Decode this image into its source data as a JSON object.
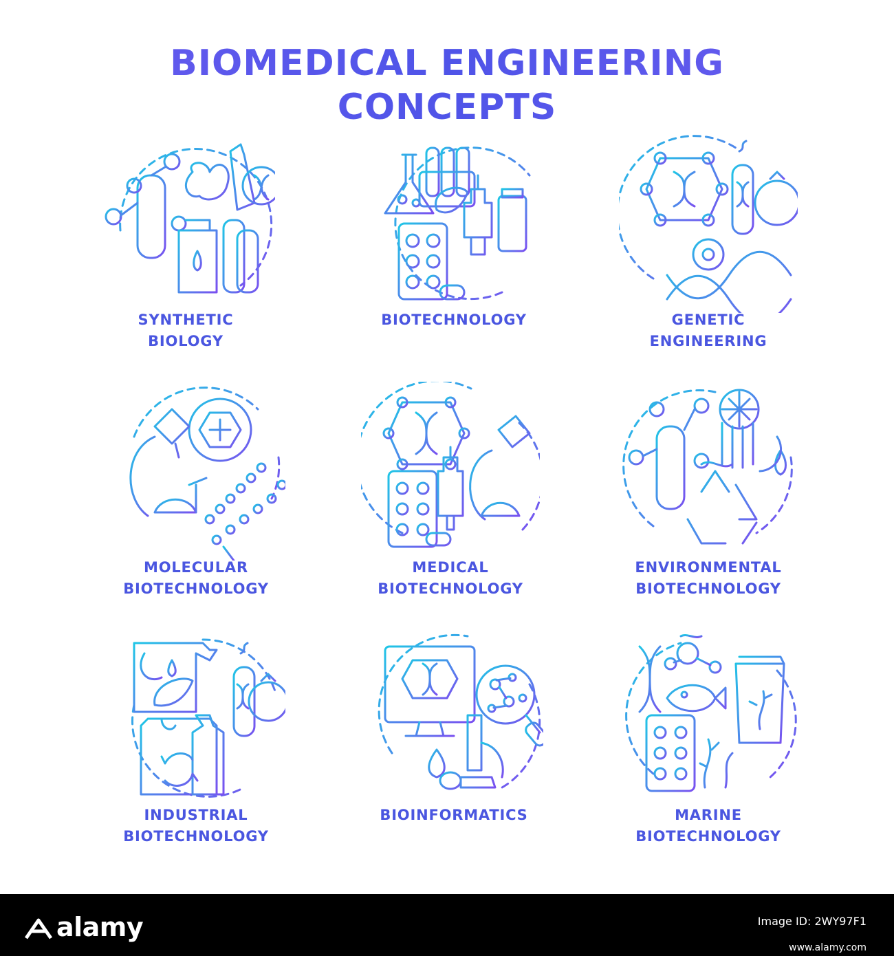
{
  "title": {
    "line1": "BIOMEDICAL ENGINEERING",
    "line2": "CONCEPTS"
  },
  "colors": {
    "gradient_start": "#1fc6e6",
    "gradient_end": "#7a4ff0",
    "label": "#4a56e0"
  },
  "concepts": [
    {
      "icon": "synthetic-biology-icon",
      "line1": "SYNTHETIC",
      "line2": "BIOLOGY"
    },
    {
      "icon": "biotechnology-icon",
      "line1": "BIOTECHNOLOGY",
      "line2": ""
    },
    {
      "icon": "genetic-engineering-icon",
      "line1": "GENETIC",
      "line2": "ENGINEERING"
    },
    {
      "icon": "molecular-biotechnology-icon",
      "line1": "MOLECULAR",
      "line2": "BIOTECHNOLOGY"
    },
    {
      "icon": "medical-biotechnology-icon",
      "line1": "MEDICAL",
      "line2": "BIOTECHNOLOGY"
    },
    {
      "icon": "environmental-biotechnology-icon",
      "line1": "ENVIRONMENTAL",
      "line2": "BIOTECHNOLOGY"
    },
    {
      "icon": "industrial-biotechnology-icon",
      "line1": "INDUSTRIAL",
      "line2": "BIOTECHNOLOGY"
    },
    {
      "icon": "bioinformatics-icon",
      "line1": "BIOINFORMATICS",
      "line2": ""
    },
    {
      "icon": "marine-biotechnology-icon",
      "line1": "MARINE",
      "line2": "BIOTECHNOLOGY"
    }
  ],
  "footer": {
    "brand": "alamy",
    "image_id_label": "Image ID: 2WY97F1",
    "url": "www.alamy.com"
  }
}
